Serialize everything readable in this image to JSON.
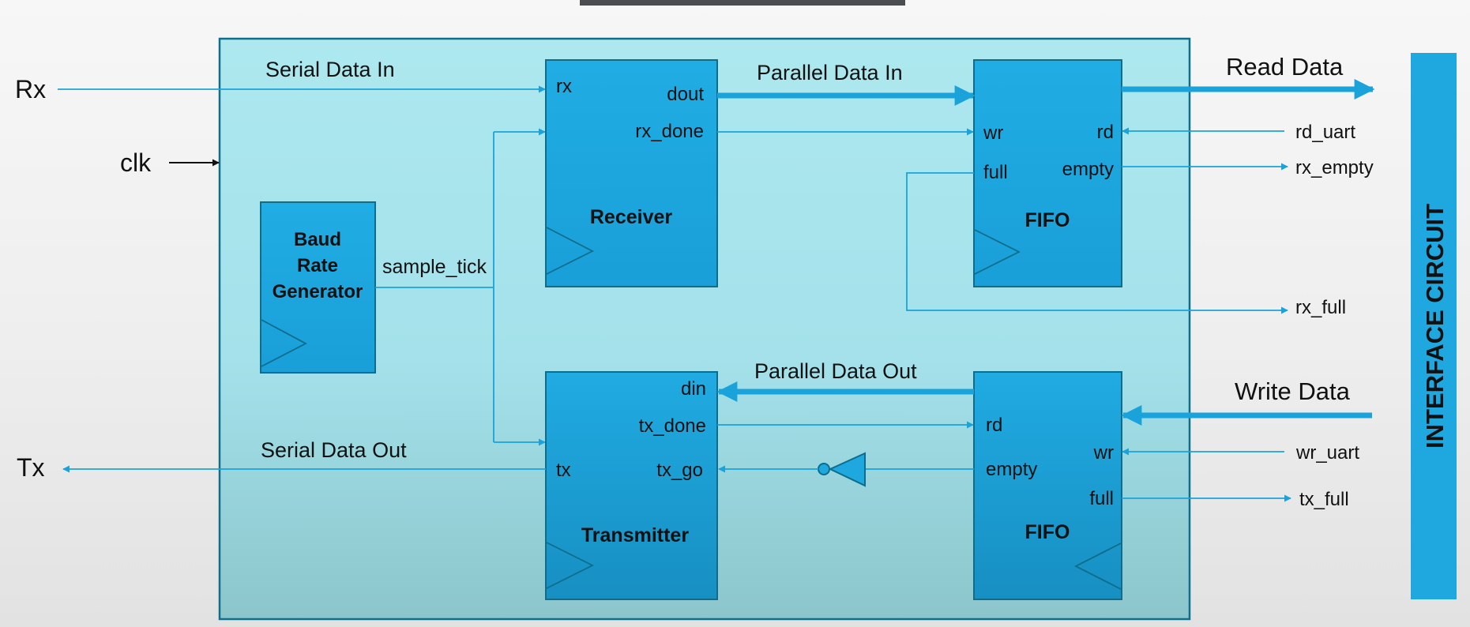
{
  "external": {
    "rx": "Rx",
    "clk": "clk",
    "tx": "Tx",
    "read_data": "Read Data",
    "rd_uart": "rd_uart",
    "rx_empty": "rx_empty",
    "rx_full": "rx_full",
    "write_data": "Write Data",
    "wr_uart": "wr_uart",
    "tx_full": "tx_full"
  },
  "signals": {
    "serial_data_in": "Serial Data In",
    "parallel_data_in": "Parallel Data In",
    "sample_tick": "sample_tick",
    "parallel_data_out": "Parallel Data Out",
    "serial_data_out": "Serial Data Out"
  },
  "baud": {
    "line1": "Baud",
    "line2": "Rate",
    "line3": "Generator"
  },
  "receiver": {
    "title": "Receiver",
    "port_rx": "rx",
    "port_dout": "dout",
    "port_rx_done": "rx_done"
  },
  "fifo_rx": {
    "title": "FIFO",
    "port_wr": "wr",
    "port_full": "full",
    "port_rd": "rd",
    "port_empty": "empty"
  },
  "transmitter": {
    "title": "Transmitter",
    "port_din": "din",
    "port_tx_done": "tx_done",
    "port_tx_go": "tx_go",
    "port_tx": "tx"
  },
  "fifo_tx": {
    "title": "FIFO",
    "port_rd": "rd",
    "port_empty": "empty",
    "port_wr": "wr",
    "port_full": "full"
  },
  "sidebar": {
    "label": "INTERFACE CIRCUIT"
  },
  "colors": {
    "panel": "#a8e6ee",
    "block": "#1ea8df",
    "line": "#1aa3da",
    "border": "#0d6d8a"
  }
}
